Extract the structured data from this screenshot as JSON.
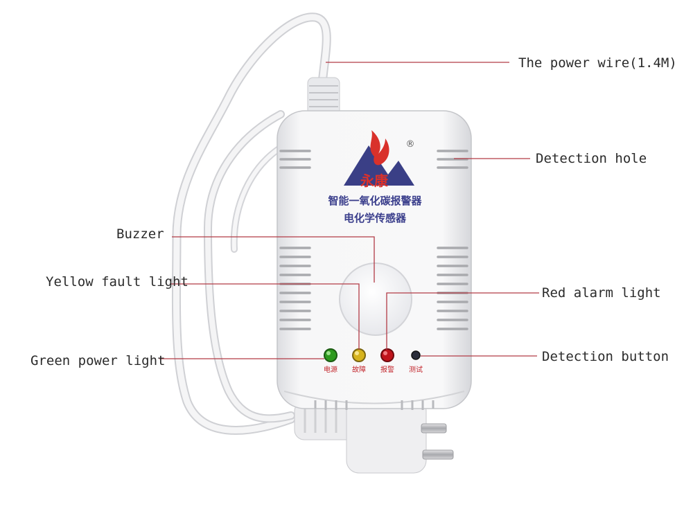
{
  "labels": {
    "power_wire": "The power wire(1.4M)",
    "detection_hole": "Detection hole",
    "buzzer": "Buzzer",
    "yellow_fault_light": "Yellow fault light",
    "red_alarm_light": "Red alarm light",
    "green_power_light": "Green power light",
    "detection_button": "Detection button"
  },
  "device": {
    "brand": "永康",
    "registered_mark": "®",
    "line1": "智能一氧化碳报警器",
    "line2": "电化学传感器",
    "led_labels": [
      "电源",
      "故障",
      "报警",
      "测试"
    ]
  },
  "colors": {
    "leader_line": "#b23a45",
    "logo_blue": "#3a3f86",
    "logo_flame": "#d9312b",
    "led_green": "#2e9a1e",
    "led_yellow": "#d6b31d",
    "led_red": "#c0141c",
    "device_text": "#3b3f8c",
    "led_text": "#c3252b"
  }
}
